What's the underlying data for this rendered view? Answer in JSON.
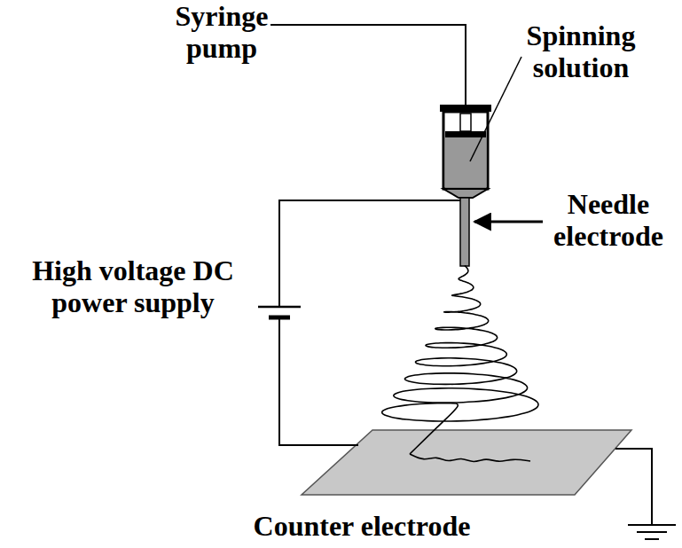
{
  "diagram": {
    "labels": [
      "Syringe pump",
      "Spinning solution",
      "Needle electrode",
      "High voltage DC power supply",
      "Counter electrode"
    ]
  }
}
